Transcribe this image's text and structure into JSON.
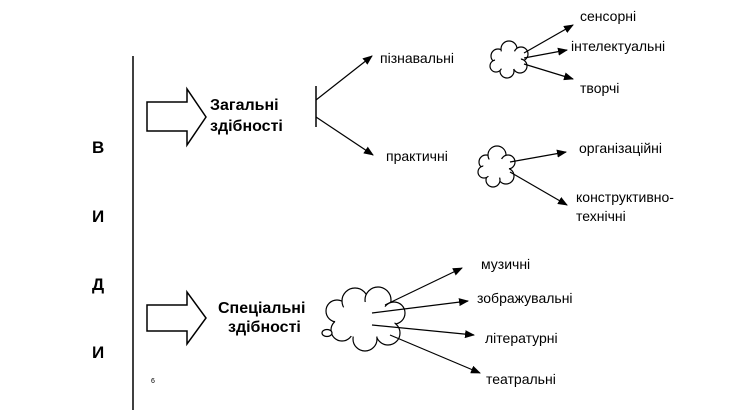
{
  "vertical_word": [
    "В",
    "И",
    "Д",
    "И"
  ],
  "general": {
    "title_line1": "Загальні",
    "title_line2": "здібності",
    "branches": [
      {
        "label": "пізнавальні",
        "subs": [
          "сенсорні",
          "інтелектуальні",
          "творчі"
        ]
      },
      {
        "label": "практичні",
        "subs": [
          "організаційні",
          "конструктивно-",
          "технічні"
        ]
      }
    ]
  },
  "special": {
    "title_line1": "Спеціальні",
    "title_line2": "здібності",
    "subs": [
      "музичні",
      "зображувальні",
      "літературні",
      "театральні"
    ]
  },
  "page_mark": "6",
  "icons": [
    "arrow-block-icon",
    "cloud-icon"
  ],
  "colors": {
    "ink": "#000000",
    "background": "#ffffff"
  }
}
